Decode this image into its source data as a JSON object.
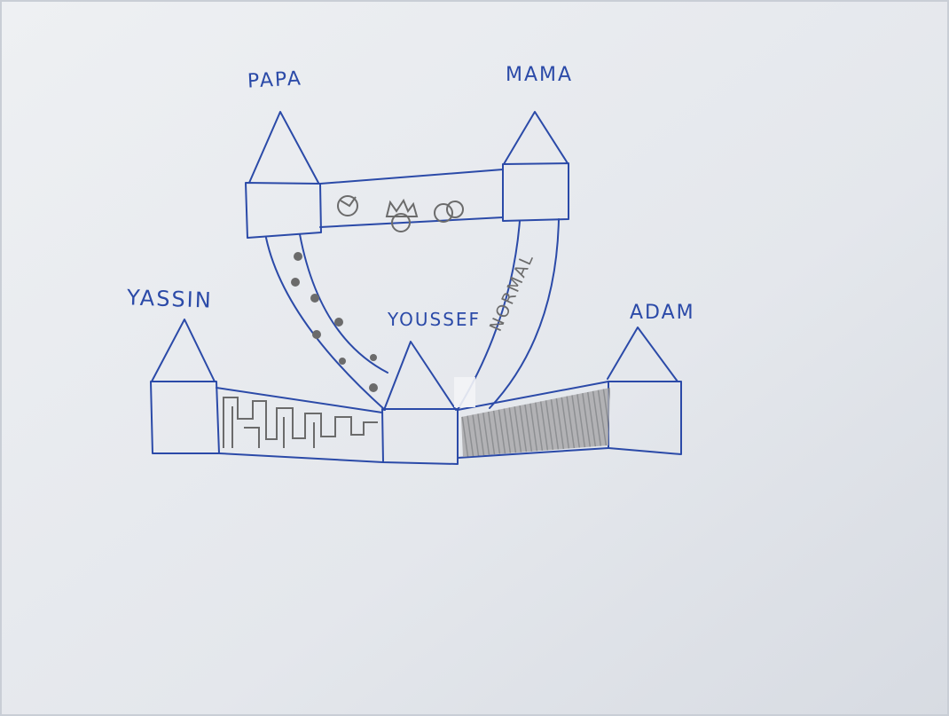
{
  "image": {
    "subject": "pencil and pen drawing of towers connected by bridges",
    "labels": {
      "papa": "PAPA",
      "mama": "MAMA",
      "yassin": "YASSIN",
      "youssef": "YOUSSEF",
      "adam": "ADAM",
      "normal": "NORMAL"
    },
    "colors": {
      "ink": "#2b4aa8",
      "pencil": "#6b6b6b",
      "paper": "#e6e9ee"
    }
  }
}
